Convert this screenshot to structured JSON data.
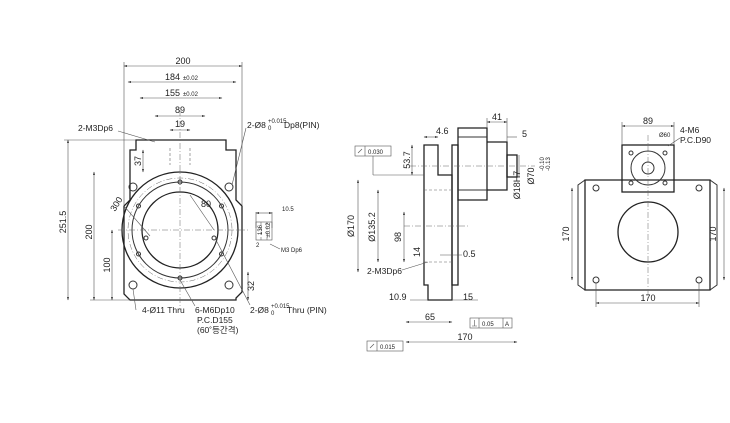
{
  "front_view": {
    "dims": {
      "w200": "200",
      "w184": "184",
      "w184_tol": "±0.02",
      "w155": "155",
      "w155_tol": "±0.02",
      "w89": "89",
      "w19": "19",
      "h251": "251.5",
      "h200": "200",
      "h100": "100",
      "d300": "300",
      "d80": "80",
      "d37": "37",
      "d32": "32",
      "d10_5": "10.5",
      "d136": "136",
      "d136_tol": "±0.02",
      "d2": "2"
    },
    "callouts": {
      "m3_top": "2-M3Dp6",
      "pin_top_a": "2-Ø8",
      "pin_top_tol": "+0.015",
      "pin_top_tol0": "0",
      "pin_top_b": "Dp8(PIN)",
      "thru_holes": "4-Ø11 Thru",
      "m6_holes": "6-M6Dp10",
      "pcd": "P.C.D155",
      "pcd_sub": "(60˚등간격)",
      "pin_bot_a": "2-Ø8",
      "pin_bot_tol": "+0.015",
      "pin_bot_tol0": "0",
      "pin_bot_b": "Thru (PIN)",
      "detail": "M3 Dp6"
    }
  },
  "side_view": {
    "dims": {
      "d4_6": "4.6",
      "d41": "41",
      "d5": "5",
      "d53_7": "53.7",
      "d170": "Ø170",
      "d135_2": "Ø135.2",
      "d98": "98",
      "d14": "14",
      "d0_5": "0.5",
      "d10_9": "10.9",
      "d15": "15",
      "d65": "65",
      "d170b": "170",
      "d18h7": "Ø18H7",
      "d70": "Ø70",
      "d70_tol_a": "-0.10",
      "d70_tol_b": "-0.13"
    },
    "callouts": {
      "m3": "2-M3Dp6"
    },
    "tolerances": {
      "flat_top": "0.030",
      "perp": "0.05",
      "datum": "A",
      "flat_bot": "0.015"
    }
  },
  "rear_view": {
    "dims": {
      "w89": "89",
      "w170": "170",
      "h170l": "170",
      "h170r": "170",
      "ang": "Ø60"
    },
    "callouts": {
      "m6": "4-M6",
      "pcd": "P.C.D90"
    }
  }
}
